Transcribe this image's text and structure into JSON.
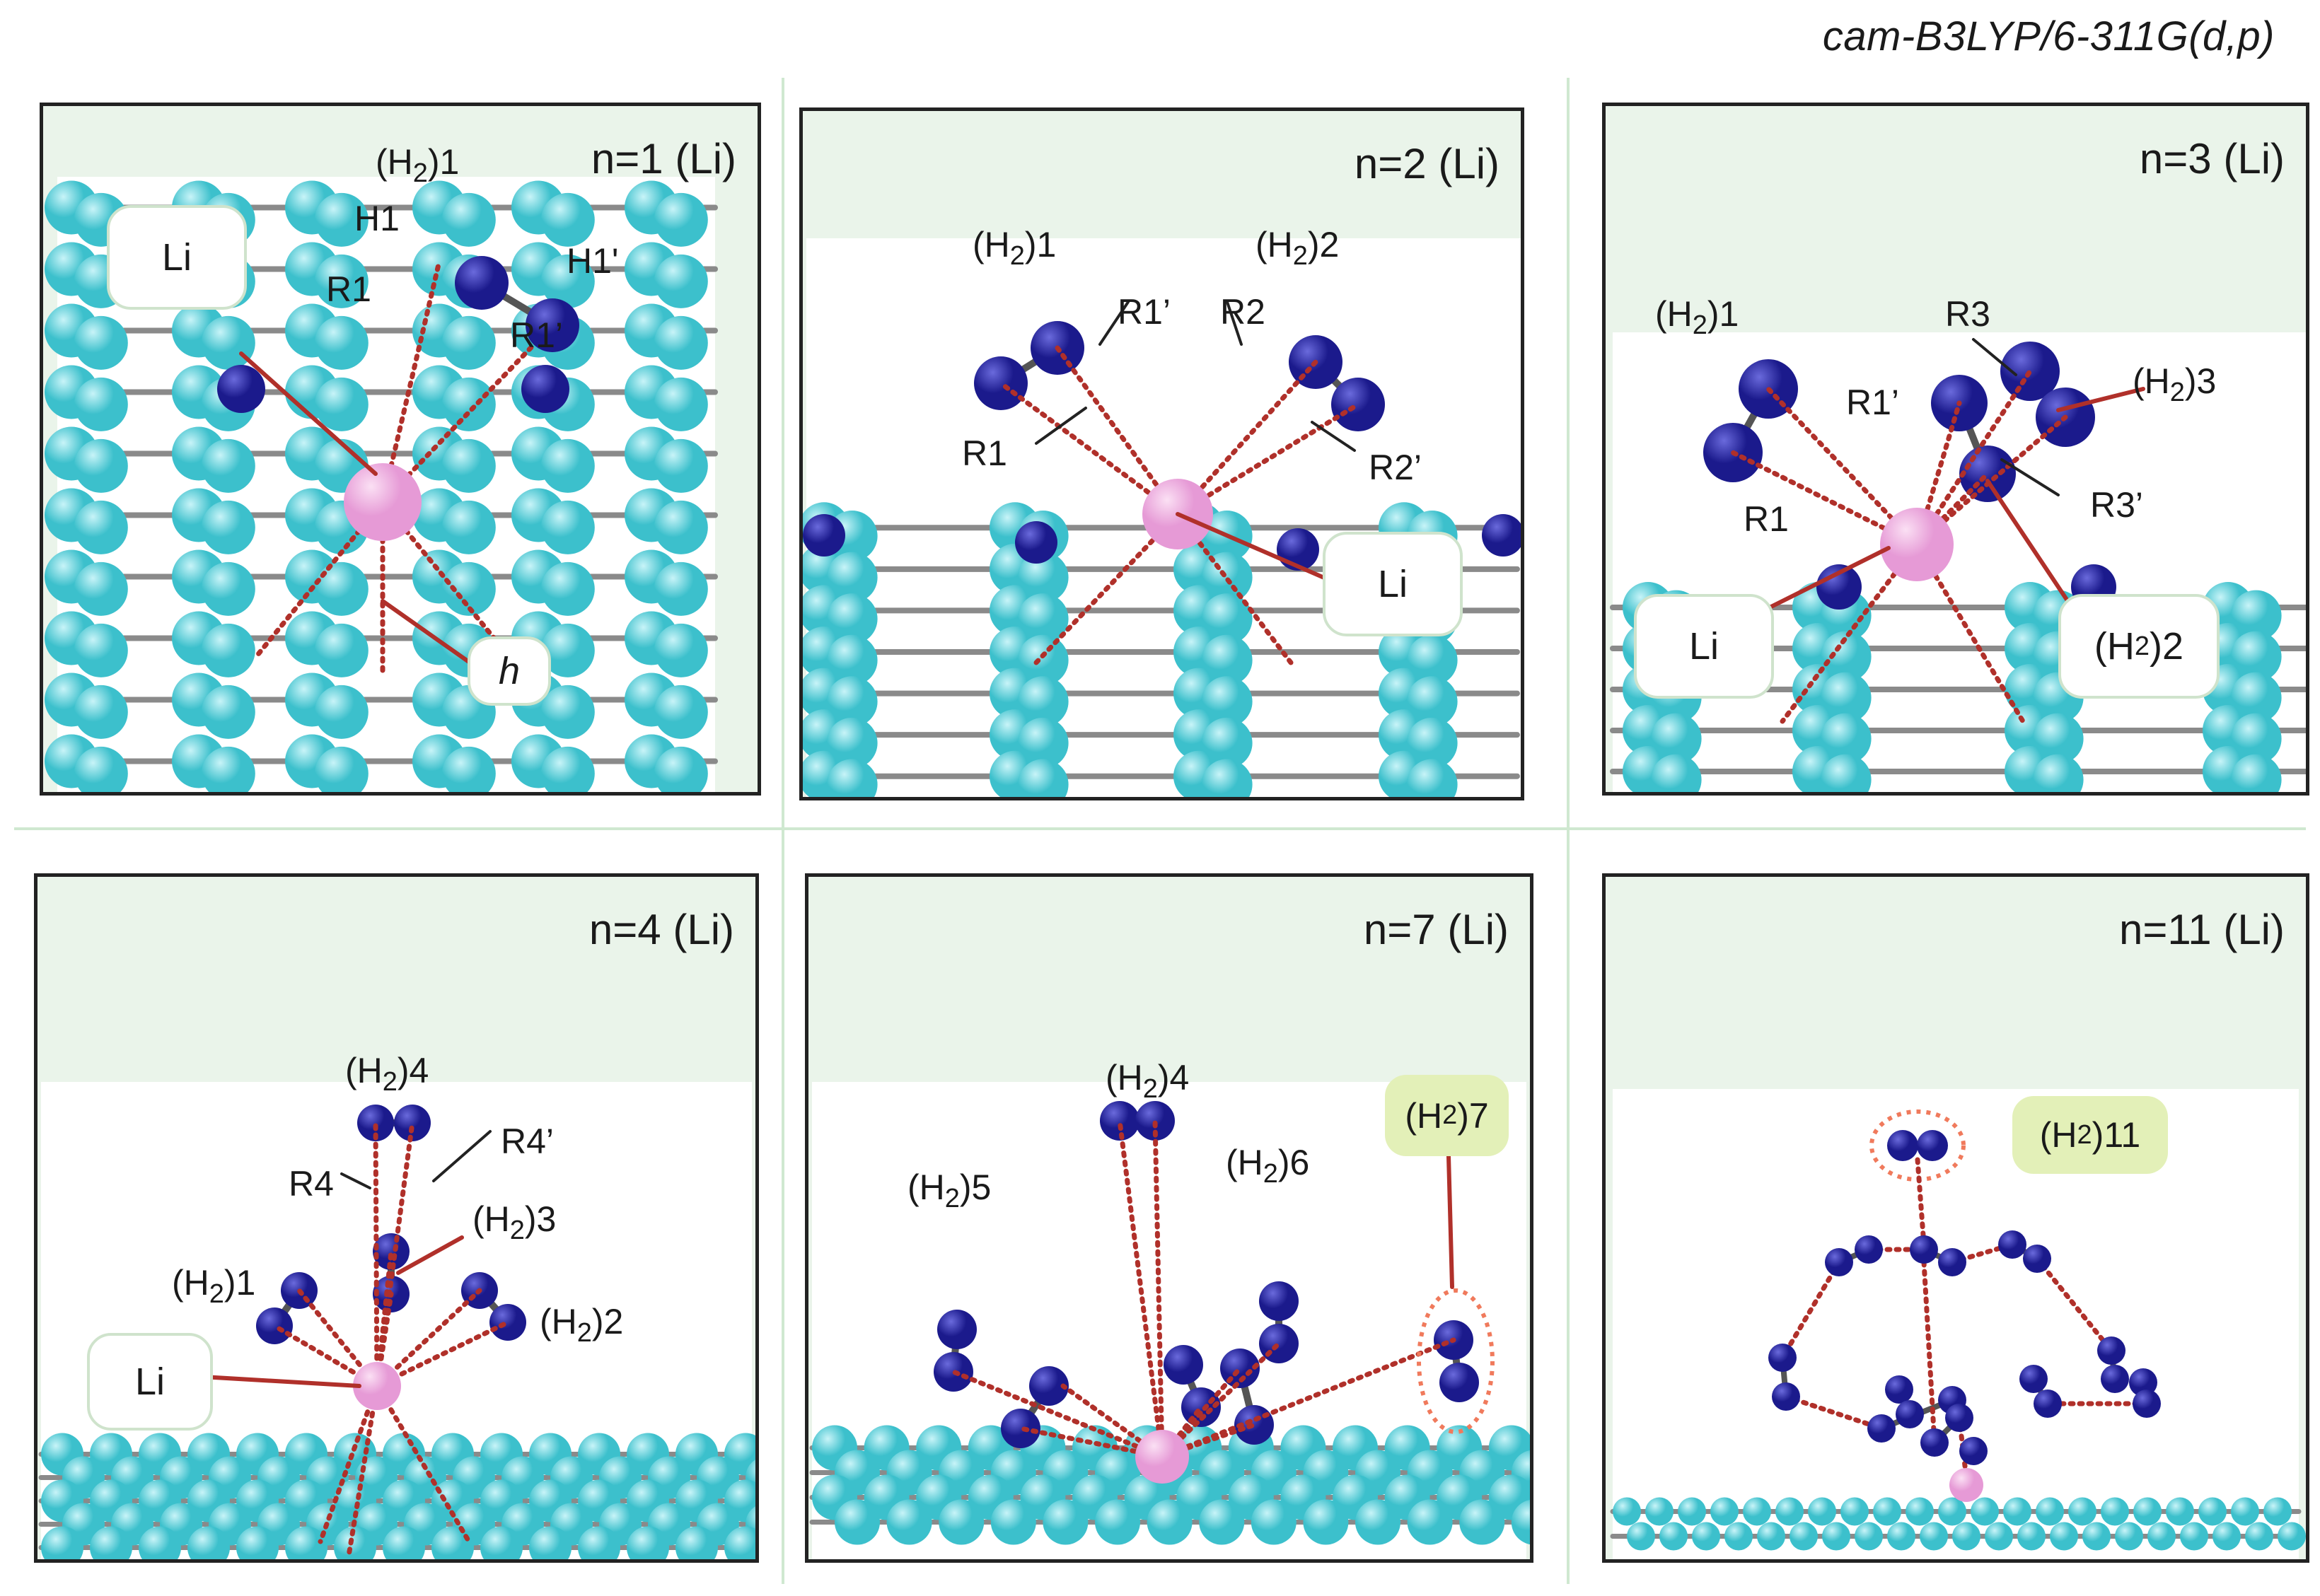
{
  "method": "cam-B3LYP/6-311G(d,p)",
  "colors": {
    "carbon": "#3cc0cc",
    "hydrogen": "#1b1a8c",
    "lithium": "#e69ad6",
    "bond": "#8a8a8a",
    "contact": "#b0302a",
    "frame_bg": "#eaf4ea",
    "highlight": "#e3f0b8"
  },
  "panels": [
    {
      "title": "n=1 (Li)",
      "tags": {
        "li": "Li",
        "h": "h"
      },
      "labels": {
        "h2_1_pre": "(H",
        "h2_1_sub": "2",
        "h2_1_post": ")1",
        "h1": "H1",
        "h1p": "H1'",
        "r1": "R1",
        "r1p": "R1’"
      }
    },
    {
      "title": "n=2 (Li)",
      "tags": {
        "li": "Li"
      },
      "labels": {
        "h2_1_pre": "(H",
        "h2_1_sub": "2",
        "h2_1_post": ")1",
        "h2_2_pre": "(H",
        "h2_2_sub": "2",
        "h2_2_post": ")2",
        "r1": "R1",
        "r1p": "R1’",
        "r2": "R2",
        "r2p": "R2’"
      }
    },
    {
      "title": "n=3 (Li)",
      "tags": {
        "li": "Li",
        "h2_2_pre": "(H",
        "h2_2_sub": "2",
        "h2_2_post": ")2"
      },
      "labels": {
        "h2_1_pre": "(H",
        "h2_1_sub": "2",
        "h2_1_post": ")1",
        "h2_3_pre": "(H",
        "h2_3_sub": "2",
        "h2_3_post": ")3",
        "r1": "R1",
        "r1p": "R1’",
        "r3": "R3",
        "r3p": "R3’"
      }
    },
    {
      "title": "n=4 (Li)",
      "tags": {
        "li": "Li"
      },
      "labels": {
        "h2_1_pre": "(H",
        "h2_1_sub": "2",
        "h2_1_post": ")1",
        "h2_2_pre": "(H",
        "h2_2_sub": "2",
        "h2_2_post": ")2",
        "h2_3_pre": "(H",
        "h2_3_sub": "2",
        "h2_3_post": ")3",
        "h2_4_pre": "(H",
        "h2_4_sub": "2",
        "h2_4_post": ")4",
        "r4": "R4",
        "r4p": "R4’"
      }
    },
    {
      "title": "n=7 (Li)",
      "highlight": {
        "pre": "(H",
        "sub": "2",
        "post": ")7"
      },
      "labels": {
        "h2_4_pre": "(H",
        "h2_4_sub": "2",
        "h2_4_post": ")4",
        "h2_5_pre": "(H",
        "h2_5_sub": "2",
        "h2_5_post": ")5",
        "h2_6_pre": "(H",
        "h2_6_sub": "2",
        "h2_6_post": ")6"
      }
    },
    {
      "title": "n=11 (Li)",
      "highlight": {
        "pre": "(H",
        "sub": "2",
        "post": ")11"
      },
      "labels": {}
    }
  ]
}
